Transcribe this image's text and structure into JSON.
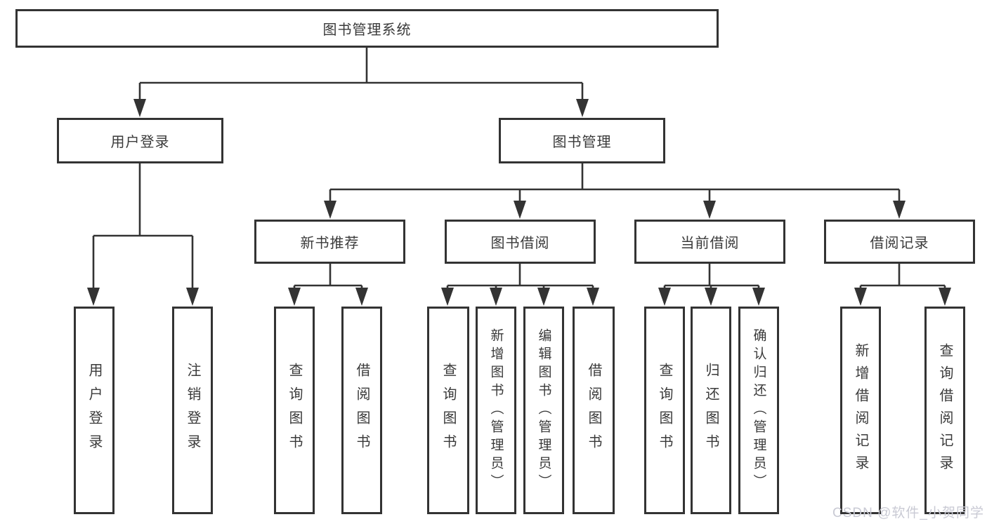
{
  "title": "图书管理系统",
  "watermark": "CSDN @软件_小贺同学",
  "colors": {
    "line": "#333333",
    "text": "#3a3a3a",
    "watermark": "#c9cad4",
    "background": "#ffffff"
  },
  "tree": {
    "root": {
      "label": "图书管理系统"
    },
    "level2": [
      {
        "label": "用户登录"
      },
      {
        "label": "图书管理"
      }
    ],
    "level3": [
      {
        "label": "新书推荐"
      },
      {
        "label": "图书借阅"
      },
      {
        "label": "当前借阅"
      },
      {
        "label": "借阅记录"
      }
    ],
    "leaves": {
      "user_login": "用户登录",
      "logout": "注销登录",
      "rec_query": "查询图书",
      "rec_borrow": "借阅图书",
      "bor_query": "查询图书",
      "bor_add": "新增图书（管理员）",
      "bor_edit": "编辑图书（管理员）",
      "bor_borrow": "借阅图书",
      "cur_query": "查询图书",
      "cur_return": "归还图书",
      "cur_confirm": "确认归还（管理员）",
      "log_add": "新增借阅记录",
      "log_query": "查询借阅记录"
    }
  }
}
